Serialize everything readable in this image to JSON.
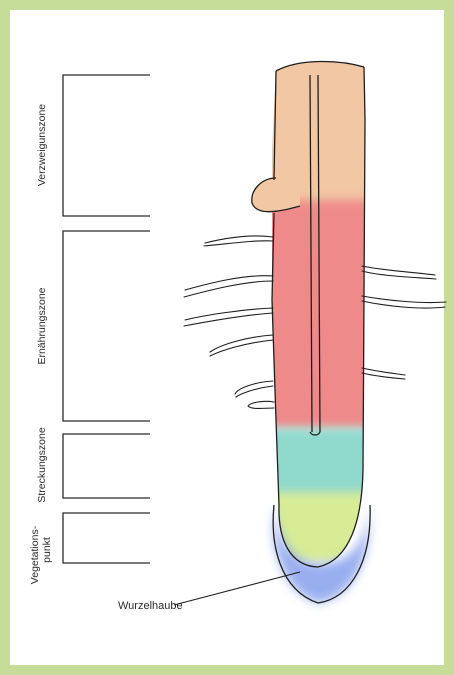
{
  "diagram": {
    "zones": [
      {
        "id": "verzweigung",
        "lines": [
          "Verzweigunszone"
        ]
      },
      {
        "id": "ernaehrung",
        "lines": [
          "Ernährungszone"
        ]
      },
      {
        "id": "streckung",
        "lines": [
          "Streckungszone"
        ]
      },
      {
        "id": "vegetation",
        "lines": [
          "Vegetations-",
          "punkt"
        ]
      }
    ],
    "callout": {
      "label": "Wurzelhaube"
    },
    "colors": {
      "background_border": "#c6dd9a",
      "branching_zone": "#f2c7a4",
      "nutrition_zone": "#ef8a8a",
      "elongation_zone": "#8fd9cd",
      "growth_point": "#d7ec95",
      "root_cap": "#8ea6ee",
      "outline": "#1e1e1e"
    }
  }
}
